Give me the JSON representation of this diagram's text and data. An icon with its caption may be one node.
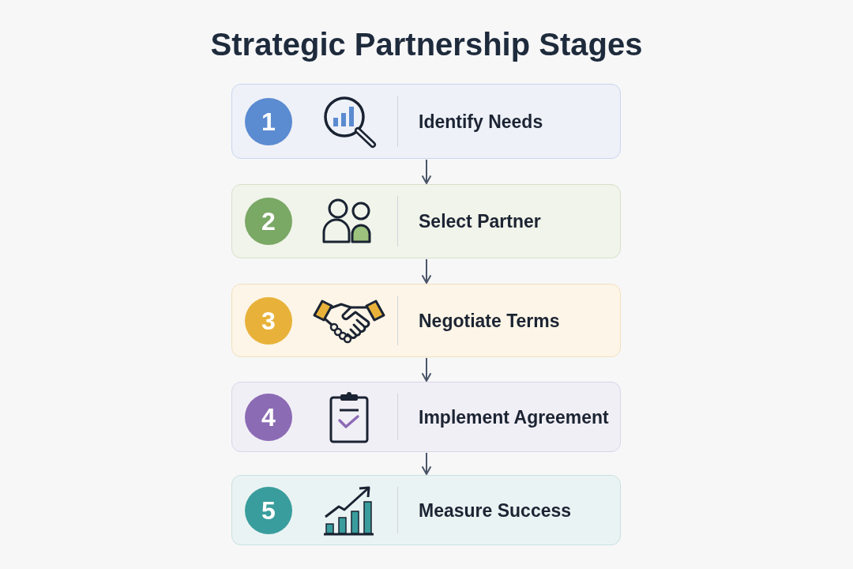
{
  "diagram": {
    "title": "Strategic Partnership Stages",
    "nodes": [
      {
        "text": [
          "1",
          "Identify Needs"
        ]
      },
      {
        "text": [
          "2",
          "Select Partner"
        ]
      },
      {
        "text": [
          "3",
          "Negotiate Terms"
        ]
      },
      {
        "text": [
          "4",
          "Implement Agreement"
        ]
      },
      {
        "text": [
          "5",
          "Measure Success"
        ]
      }
    ],
    "edges": [
      {
        "from": 0,
        "to": 1,
        "arrow": "to"
      },
      {
        "from": 1,
        "to": 2,
        "arrow": "to"
      },
      {
        "from": 2,
        "to": 3,
        "arrow": "to"
      },
      {
        "from": 3,
        "to": 4,
        "arrow": "to"
      }
    ]
  }
}
